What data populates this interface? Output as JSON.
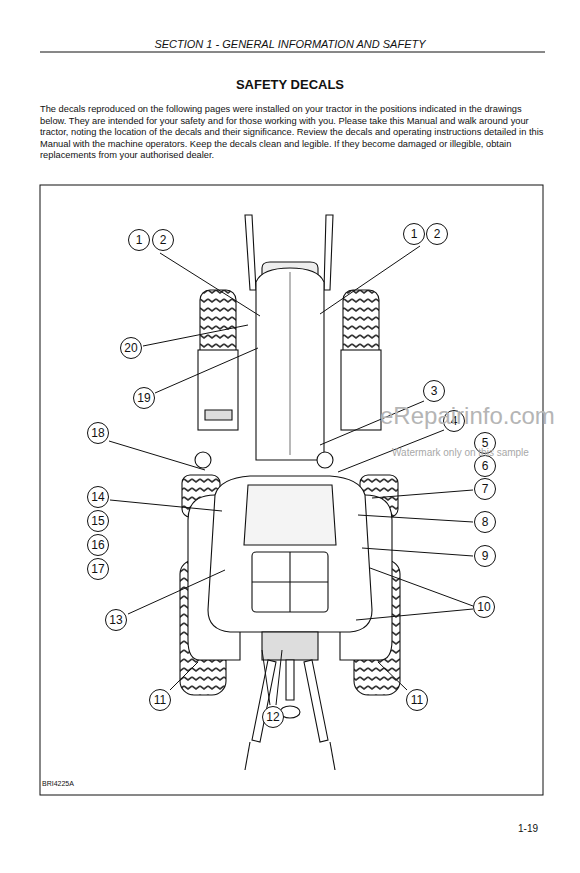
{
  "diagram": {
    "title": "SAFETY DECALS",
    "nodes": [
      {
        "text": [
          "1"
        ]
      },
      {
        "text": [
          "2"
        ]
      },
      {
        "text": [
          "1"
        ]
      },
      {
        "text": [
          "2"
        ]
      },
      {
        "text": [
          "20"
        ]
      },
      {
        "text": [
          "19"
        ]
      },
      {
        "text": [
          "3"
        ]
      },
      {
        "text": [
          "4"
        ]
      },
      {
        "text": [
          "18"
        ]
      },
      {
        "text": [
          "5"
        ]
      },
      {
        "text": [
          "6"
        ]
      },
      {
        "text": [
          "14"
        ]
      },
      {
        "text": [
          "7"
        ]
      },
      {
        "text": [
          "15"
        ]
      },
      {
        "text": [
          "8"
        ]
      },
      {
        "text": [
          "16"
        ]
      },
      {
        "text": [
          "9"
        ]
      },
      {
        "text": [
          "17"
        ]
      },
      {
        "text": [
          "13"
        ]
      },
      {
        "text": [
          "10"
        ]
      },
      {
        "text": [
          "11"
        ]
      },
      {
        "text": [
          "11"
        ]
      },
      {
        "text": [
          "12"
        ]
      }
    ],
    "labels": [
      "SECTION 1  - GENERAL INFORMATION AND SAFETY",
      "The decals reproduced on the following pages were installed on your tractor in the positions indicated in the drawings below. They are intended for your safety and for those working with you. Please take this Manual and walk around your tractor, noting the location of the decals and their significance. Review the decals and operating instructions detailed in this Manual with the machine operators. Keep the decals clean and legible. If they become damaged or illegible, obtain replacements from your authorised dealer.",
      "eRepairinfo.com",
      "Watermark only on this sample",
      "BRI4225A",
      "1-19"
    ]
  }
}
